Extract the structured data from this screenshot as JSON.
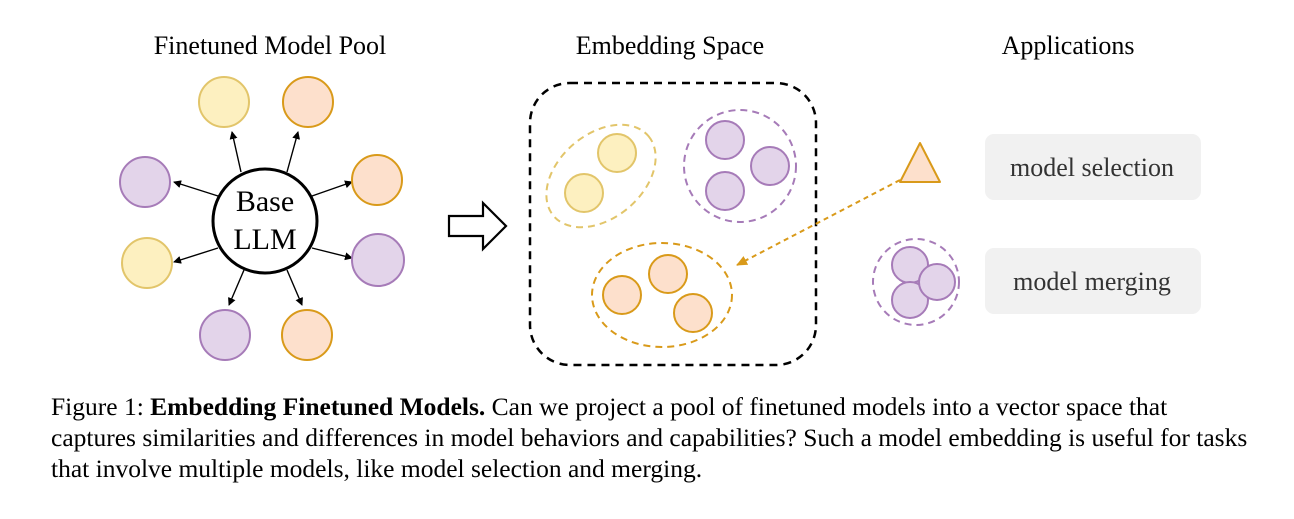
{
  "colors": {
    "yellow_fill": "#fdf0c0",
    "yellow_stroke": "#e2c56a",
    "orange_fill": "#fde0cc",
    "orange_stroke": "#d99a1a",
    "purple_fill": "#e3d4ea",
    "purple_stroke": "#a67bb8",
    "app_box_fill": "#f1f1f1"
  },
  "pool": {
    "title": "Finetuned Model Pool",
    "base_line1": "Base",
    "base_line2": "LLM"
  },
  "embedding": {
    "title": "Embedding Space"
  },
  "applications": {
    "title": "Applications",
    "selection_label": "model selection",
    "merging_label": "model merging"
  },
  "caption": {
    "prefix": "Figure 1: ",
    "bold": "Embedding Finetuned Models.",
    "text": " Can we project a pool of finetuned models into a vector space that captures similarities and differences in model behaviors and capabilities? Such a model embedding is useful for tasks that involve multiple models, like model selection and merging."
  }
}
